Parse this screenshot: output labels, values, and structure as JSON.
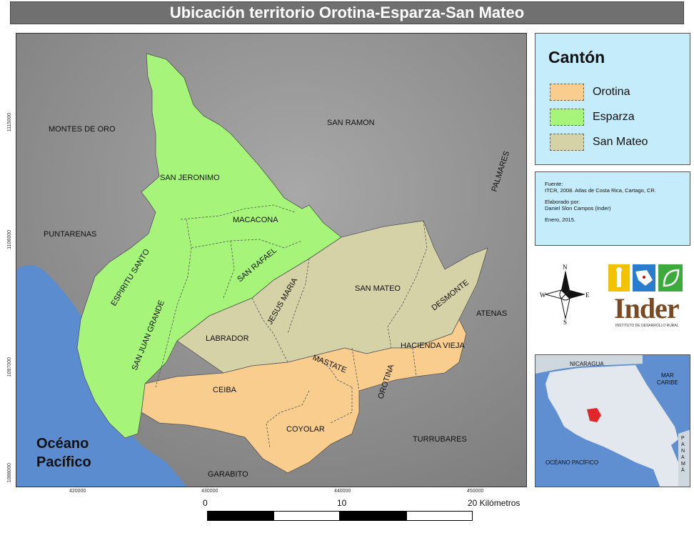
{
  "title": "Ubicación territorio Orotina-Esparza-San Mateo",
  "legend": {
    "title": "Cantón",
    "items": [
      {
        "label": "Orotina",
        "color": "#f8cd8e"
      },
      {
        "label": "Esparza",
        "color": "#a6f57a"
      },
      {
        "label": "San Mateo",
        "color": "#d6d2a8"
      }
    ]
  },
  "source": {
    "fuente_label": "Fuente:",
    "fuente": "ITCR, 2008. Atlas de Costa Rica, Cartago, CR.",
    "elaborado_label": "Elaborado por:",
    "elaborado": "Daniel Slon Campos (Inder)",
    "fecha": "Enero, 2015."
  },
  "compass": {
    "n": "N",
    "s": "S",
    "e": "E",
    "w": "W"
  },
  "logo": {
    "word": "Inder",
    "sub": "INSTITUTO DE DESARROLLO RURAL"
  },
  "map_labels": {
    "neighbors": {
      "montes_de_oro": "MONTES DE ORO",
      "san_ramon": "SAN RAMON",
      "palmares": "PALMARES",
      "puntarenas": "PUNTARENAS",
      "atenas": "ATENAS",
      "turrubares": "TURRUBARES",
      "garabito": "GARABITO"
    },
    "districts": {
      "san_jeronimo": "SAN JERONIMO",
      "macacona": "MACACONA",
      "san_rafael": "SAN RAFAEL",
      "espiritu_santo": "ESPIRITU SANTO",
      "san_juan_grande": "SAN JUAN GRANDE",
      "labrador": "LABRADOR",
      "jesus_maria": "JESUS MARIA",
      "san_mateo": "SAN MATEO",
      "desmonte": "DESMONTE",
      "hacienda_vieja": "HACIENDA VIEJA",
      "mastate": "MASTATE",
      "orotina": "OROTINA",
      "ceiba": "CEIBA",
      "coyolar": "COYOLAR"
    },
    "ocean_line1": "Océano",
    "ocean_line2": "Pacífico"
  },
  "coords": {
    "x": [
      "420000",
      "430000",
      "440000",
      "450000"
    ],
    "y": [
      "1115000",
      "1106000",
      "1097000",
      "1088000"
    ]
  },
  "inset": {
    "nicaragua": "NICARAGUA",
    "mar_caribe_1": "MAR",
    "mar_caribe_2": "CARIBE",
    "oceano_pacifico": "OCÉANO PACÍFICO",
    "panama": "P A N A M Á"
  },
  "scale": {
    "zero": "0",
    "ten": "10",
    "twenty": "20 Kilómetros"
  }
}
